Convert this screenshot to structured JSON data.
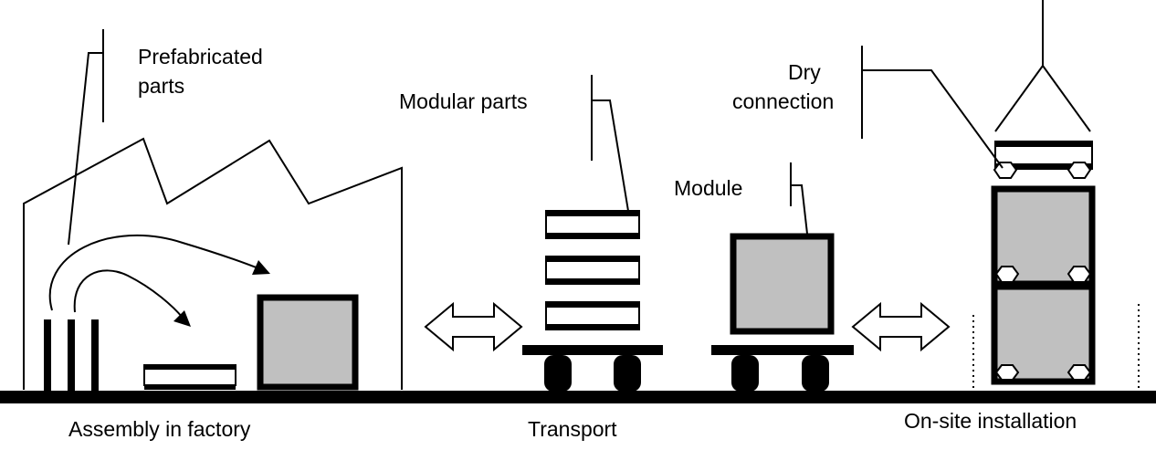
{
  "labels": {
    "prefabricated_line1": "Prefabricated",
    "prefabricated_line2": "parts",
    "modular_parts": "Modular parts",
    "dry_line1": "Dry",
    "dry_line2": "connection",
    "module": "Module",
    "assembly": "Assembly in factory",
    "transport": "Transport",
    "installation": "On-site installation"
  },
  "colors": {
    "ink": "#000000",
    "module_fill": "#c0c0c0",
    "background": "#ffffff"
  },
  "icons": {
    "process_arrows": "double-headed-arrow",
    "assembly_arrows": "curved-arrow"
  }
}
